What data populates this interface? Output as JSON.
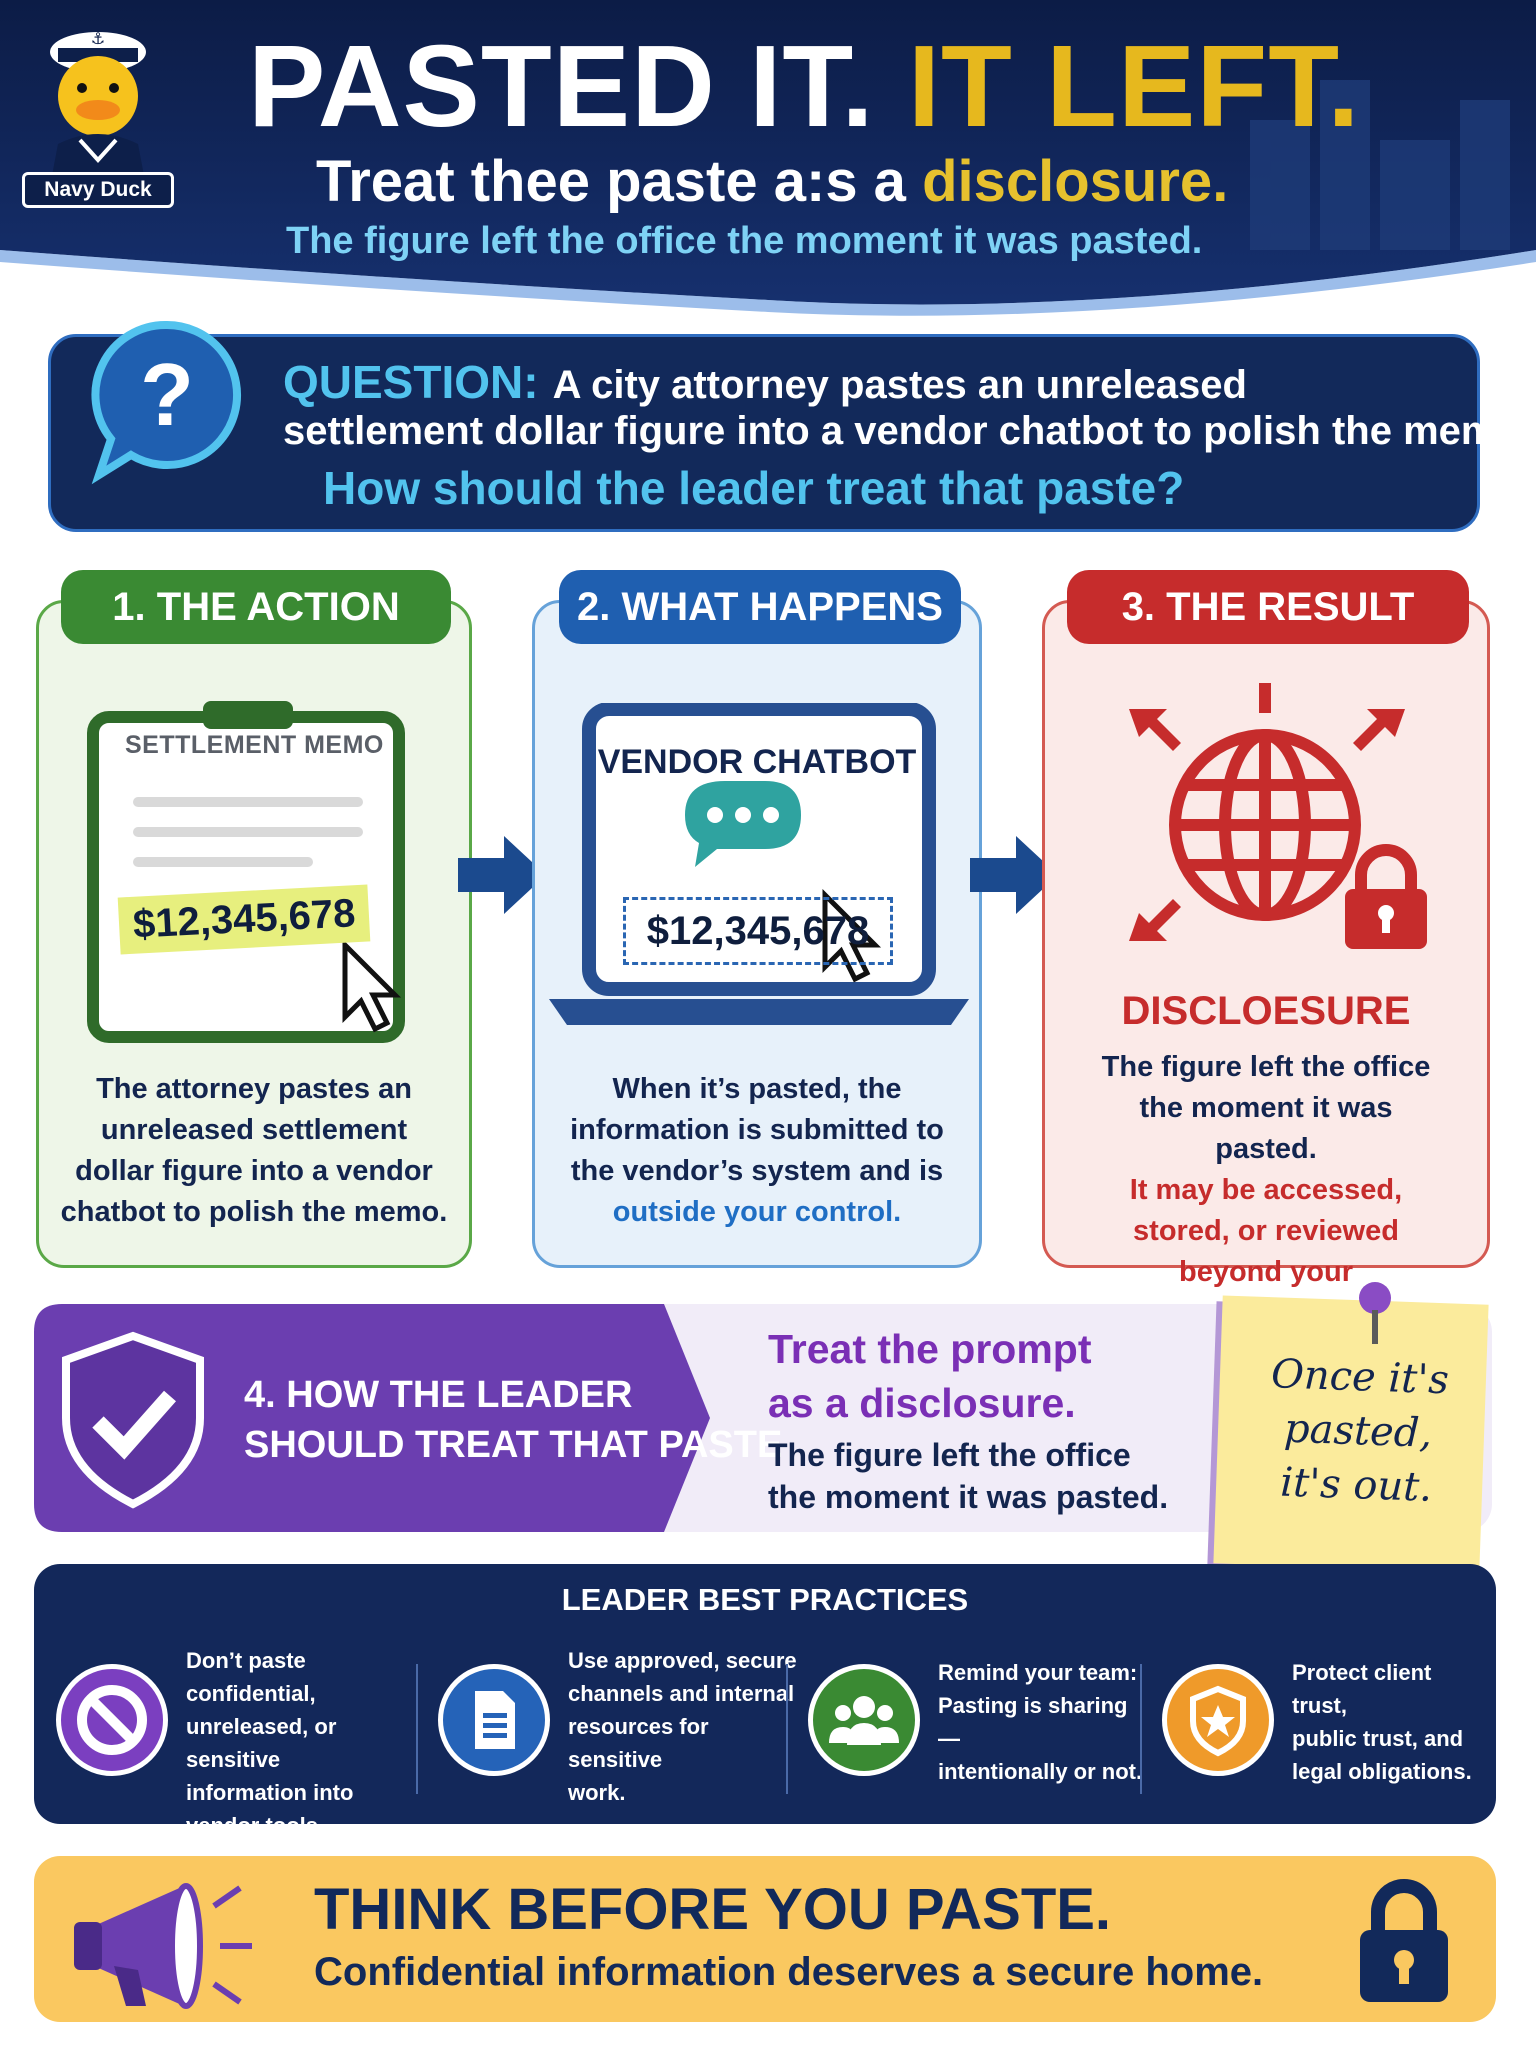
{
  "header": {
    "mascot_label": "Navy Duck",
    "title_white": "PASTED IT.",
    "title_gold": "IT LEFT.",
    "subtitle_white": "Treat thee paste a:s a",
    "subtitle_gold": "disclosure.",
    "tagline": "The figure left the office the moment it was pasted."
  },
  "question": {
    "label": "QUESTION:",
    "line1": "A city attorney pastes an unreleased",
    "line2": "settlement dollar figure into a vendor chatbot to polish the memo.",
    "line3": "How should the leader treat that paste?"
  },
  "steps": [
    {
      "pill": "1. THE ACTION",
      "doc_title": "SETTLEMENT MEMO",
      "figure": "$12,345,678",
      "text": "The attorney pastes an unreleased settlement dollar figure into a vendor chatbot to polish the memo."
    },
    {
      "pill": "2. WHAT HAPPENS",
      "screen_title": "VENDOR CHATBOT",
      "figure": "$12,345,678",
      "text_a": "When it’s pasted, the information is submitted to the vendor’s system and is ",
      "text_highlight": "outside your control."
    },
    {
      "pill": "3. THE RESULT",
      "result_title": "DISCLOESURE",
      "text_a": "The figure left the office the moment it was pasted.",
      "text_red": "It may be accessed, stored, or reviewed beyond your organization."
    }
  ],
  "leader": {
    "title": "4. HOW THE LEADER\nSHOULD TREAT THAT PASTE",
    "heading": "Treat the prompt\nas a disclosure.",
    "sub": "The figure left the office\nthe moment it was pasted.",
    "note": "Once it's\npasted,\nit's out."
  },
  "practices": {
    "title": "LEADER BEST PRACTICES",
    "items": [
      {
        "icon": "no-entry-icon",
        "text": "Don’t paste confidential,\nunreleased, or sensitive\ninformation into\nvendor tools.",
        "color": "#7b3fc0"
      },
      {
        "icon": "document-icon",
        "text": "Use approved, secure\nchannels and internal\nresources for sensitive\nwork.",
        "color": "#2563b8"
      },
      {
        "icon": "team-icon",
        "text": "Remind your team:\nPasting is sharing—\nintentionally or not.",
        "color": "#3a8a33"
      },
      {
        "icon": "shield-icon",
        "text": "Protect client trust,\npublic trust, and\nlegal obligations.",
        "color": "#ef9a2a"
      }
    ]
  },
  "banner": {
    "title": "THINK BEFORE YOU PASTE.",
    "sub": "Confidential information deserves a secure home."
  },
  "colors": {
    "navy": "#12295a",
    "gold": "#e6b81e",
    "green": "#3a8a33",
    "blue": "#1f5fb0",
    "red": "#c62c2c",
    "purple": "#7b3fc0"
  }
}
